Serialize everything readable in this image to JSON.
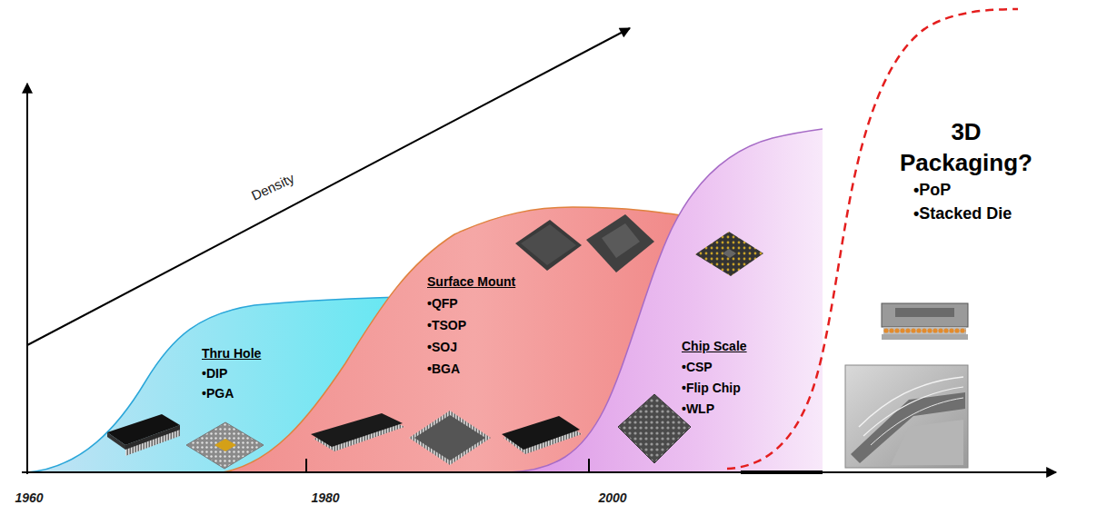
{
  "diagram": {
    "nodes": [
      {
        "text": [
          "Thru Hole",
          "•DIP",
          "•PGA"
        ]
      },
      {
        "text": [
          "Surface Mount",
          "•QFP",
          "•TSOP",
          "•SOJ",
          "•BGA"
        ]
      },
      {
        "text": [
          "Chip Scale",
          "•CSP",
          "•Flip Chip",
          "•WLP"
        ]
      },
      {
        "text": [
          "3D Packaging?",
          "•PoP",
          "•Stacked Die"
        ]
      }
    ],
    "labels": [
      "Density",
      "1960",
      "1980",
      "2000"
    ]
  }
}
